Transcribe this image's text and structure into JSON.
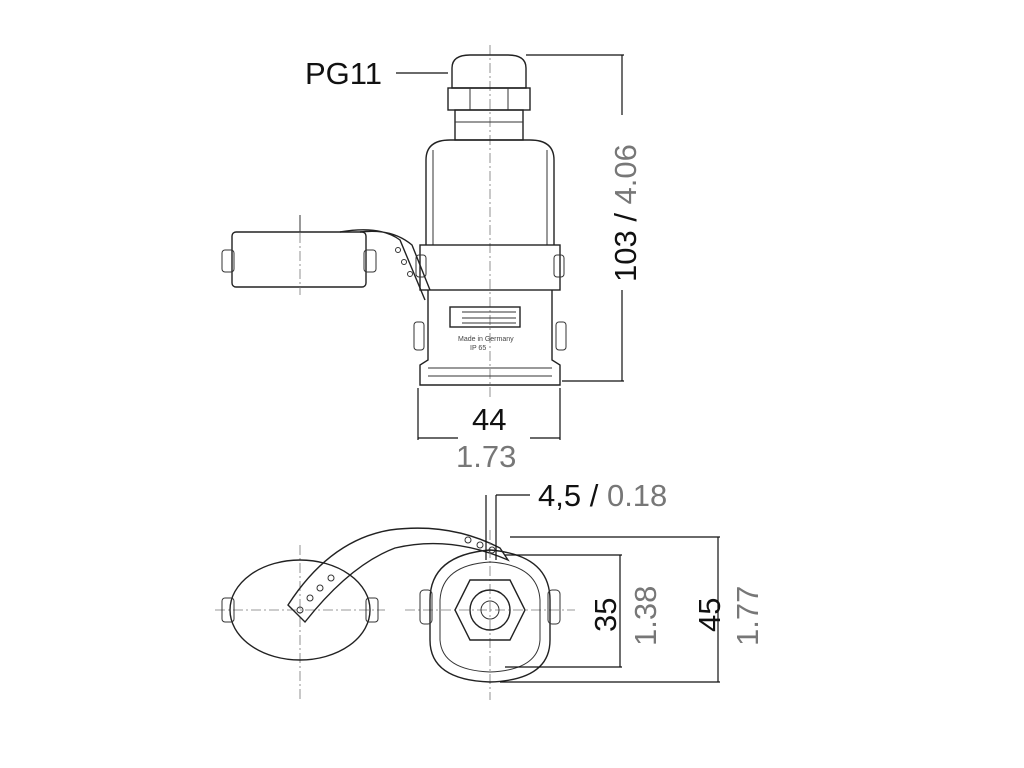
{
  "drawing": {
    "gland_label": "PG11",
    "height_dimension": "103 / 4.06",
    "width_mm": "44",
    "width_in": "1.73",
    "hole_dimension_mm": "4,5",
    "hole_dimension_separator": " / ",
    "hole_dimension_in": "0.18",
    "inner_depth_mm": "35",
    "inner_depth_in": "1.38",
    "outer_depth_mm": "45",
    "outer_depth_in": "1.77",
    "housing_marking": [
      "Made in Germany",
      "IP 65"
    ],
    "colors": {
      "metric": "#111111",
      "imperial": "#777777"
    }
  }
}
